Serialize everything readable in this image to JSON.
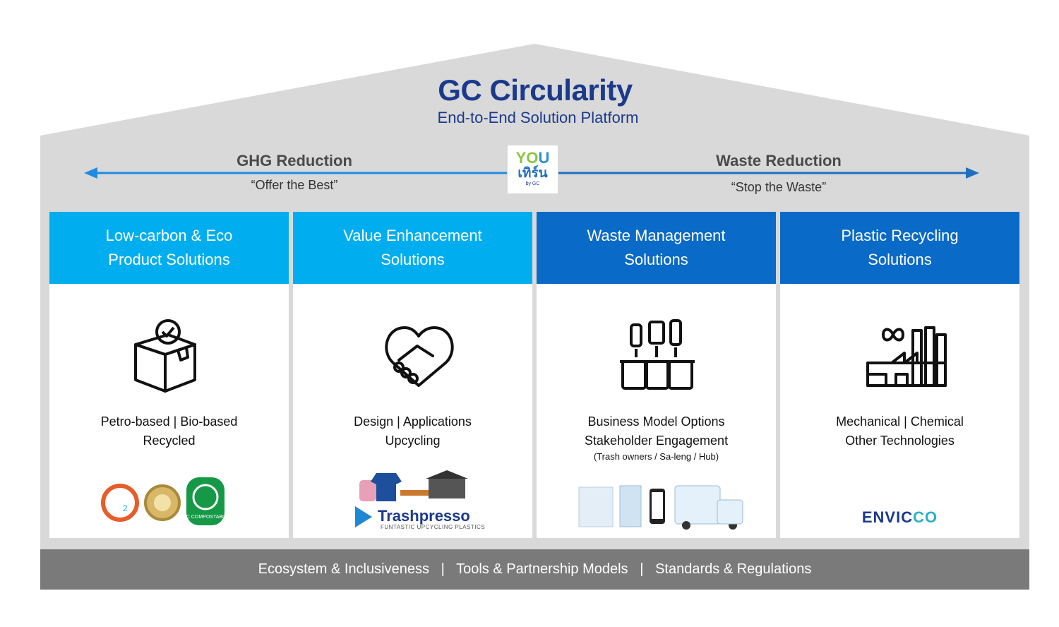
{
  "title": "GC Circularity",
  "subtitle": "End-to-End Solution Platform",
  "left_arrow": {
    "label": "GHG Reduction",
    "tagline": "“Offer the Best”"
  },
  "right_arrow": {
    "label": "Waste Reduction",
    "tagline": "“Stop the Waste”"
  },
  "center_logo": {
    "you_y": "YO",
    "you_u": "U",
    "thai": "เทิร์น",
    "gc": "by GC"
  },
  "columns": [
    {
      "head_line1": "Low-carbon & Eco",
      "head_line2": "Product Solutions",
      "desc_line1": "Petro-based  |  Bio-based",
      "desc_line2": "Recycled",
      "icon": "box-check-icon",
      "badge_text": "GC COMPOSTABLE"
    },
    {
      "head_line1": "Value Enhancement",
      "head_line2": "Solutions",
      "desc_line1": "Design  |  Applications",
      "desc_line2": "Upcycling",
      "icon": "handshake-heart-icon",
      "brand": "Trashpresso",
      "brand_sub": "FUNTASTIC UPCYCLING PLASTICS"
    },
    {
      "head_line1": "Waste Management",
      "head_line2": "Solutions",
      "desc_line1": "Business Model Options",
      "desc_line2": "Stakeholder Engagement",
      "desc_small": "(Trash owners / Sa-leng  / Hub)",
      "icon": "waste-sorting-icon"
    },
    {
      "head_line1": "Plastic Recycling",
      "head_line2": "Solutions",
      "desc_line1": "Mechanical  |  Chemical",
      "desc_line2": "Other Technologies",
      "icon": "recycling-factory-icon",
      "brand_a": "ENVIC",
      "brand_b": "CO"
    }
  ],
  "footer": "Ecosystem & Inclusiveness   |   Tools & Partnership Models   |   Standards & Regulations",
  "colors": {
    "roof": "#d9d9d9",
    "light_blue": "#00aeef",
    "dark_blue": "#0a6ac7",
    "footer": "#7a7a7a",
    "title": "#1b3a8c"
  }
}
